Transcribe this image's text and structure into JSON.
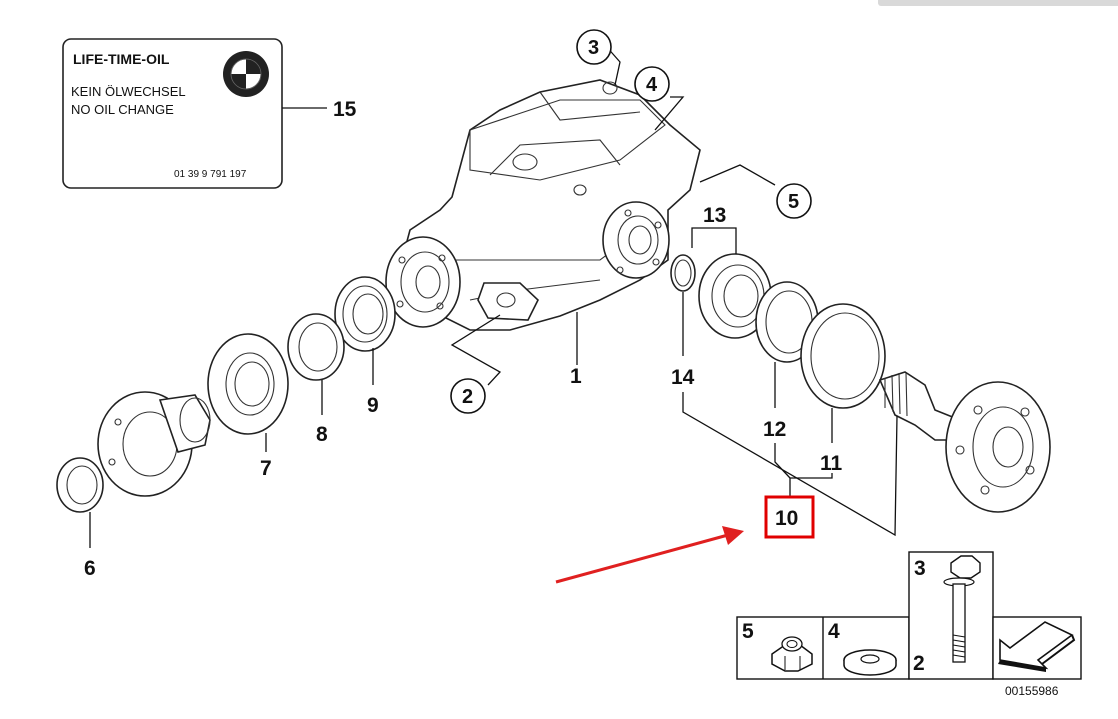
{
  "colors": {
    "ink": "#111111",
    "highlight_box": "#e00000",
    "arrow": "#e02020",
    "background": "#ffffff"
  },
  "oil_plate": {
    "title": "LIFE-TIME-OIL",
    "line1": "KEIN ÖLWECHSEL",
    "line2": "NO OIL CHANGE",
    "part_number": "01 39 9 791 197",
    "logo": "bmw-roundel-icon"
  },
  "callouts": {
    "c1": "1",
    "c2": "2",
    "c3": "3",
    "c4": "4",
    "c5": "5",
    "c6": "6",
    "c7": "7",
    "c8": "8",
    "c9": "9",
    "c10": "10",
    "c11": "11",
    "c12": "12",
    "c13": "13",
    "c14": "14",
    "c15": "15"
  },
  "hardware_legend": {
    "nut_label": "5",
    "washer_label": "4",
    "bolt_label_top": "3",
    "bolt_label_bottom": "2",
    "orientation_icon": "front-arrow-icon"
  },
  "diagram_id": "00155986"
}
